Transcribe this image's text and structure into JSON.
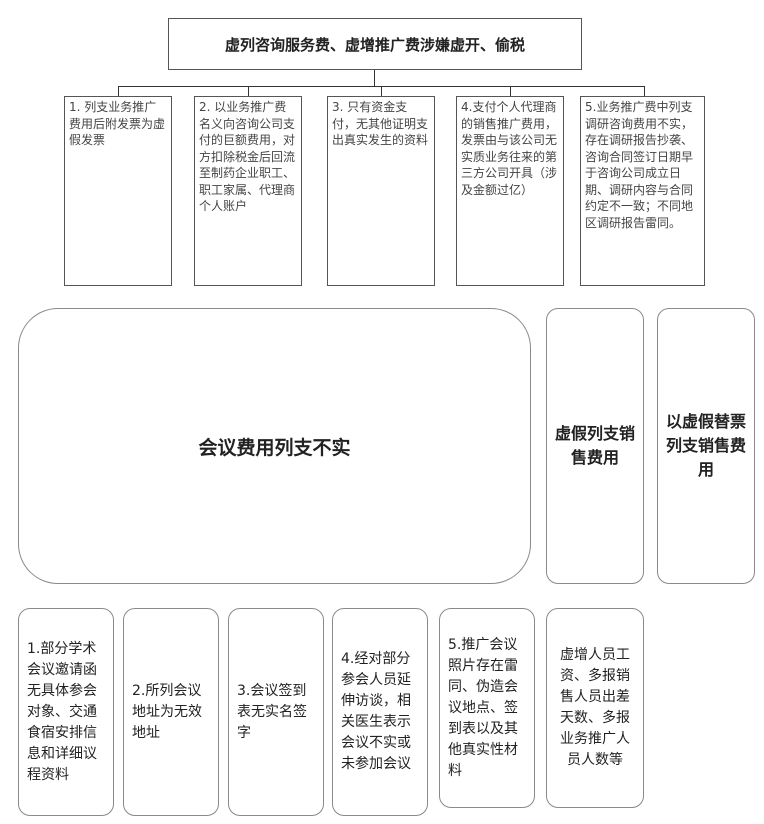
{
  "title": "虚列咨询服务费、虚增推广费涉嫌虚开、偷税",
  "branches": [
    "1. 列支业务推广费用后附发票为虚假发票",
    "2. 以业务推广费名义向咨询公司支付的巨额费用，对方扣除税金后回流至制药企业职工、职工家属、代理商个人账户",
    "3. 只有资金支付，无其他证明支出真实发生的资料",
    "4.支付个人代理商的销售推广费用，发票由与该公司无实质业务往来的第三方公司开具（涉及金额过亿）",
    "5.业务推广费中列支调研咨询费用不实，存在调研报告抄袭、咨询合同签订日期早于咨询公司成立日期、调研内容与合同约定不一致；不同地区调研报告雷同。"
  ],
  "categories": {
    "meeting": "会议费用列支不实",
    "false_sales": "虚假列支销售费用",
    "fake_invoice": "以虚假替票列支销售费用"
  },
  "meeting_items": [
    "1.部分学术会议邀请函无具体参会对象、交通食宿安排信息和详细议程资料",
    "2.所列会议地址为无效地址",
    "3.会议签到表无实名签字",
    "4.经对部分参会人员延伸访谈，相关医生表示会议不实或未参加会议",
    "5.推广会议照片存在雷同、伪造会议地点、签到表以及其他真实性材料"
  ],
  "sales_item": "虚增人员工资、多报销售人员出差天数、多报业务推广人员人数等"
}
